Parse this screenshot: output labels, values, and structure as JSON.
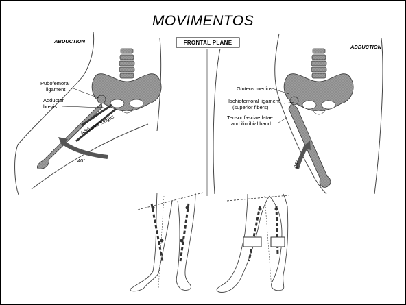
{
  "slide": {
    "title": "MOVIMENTOS"
  },
  "figure": {
    "plane_label": "FRONTAL PLANE",
    "left": {
      "heading": "ABDUCTION",
      "labels": [
        "Pubofemoral",
        "ligament",
        "Adductor",
        "brevis",
        "Adductor longus"
      ],
      "angle": "40°"
    },
    "right": {
      "heading": "ADDUCTION",
      "labels": [
        "Gluteus medius",
        "Ischiofemoral ligament",
        "(superior fibers)",
        "Tensor fasciae latae",
        "and iliotibial band"
      ],
      "angle": "25°"
    }
  }
}
